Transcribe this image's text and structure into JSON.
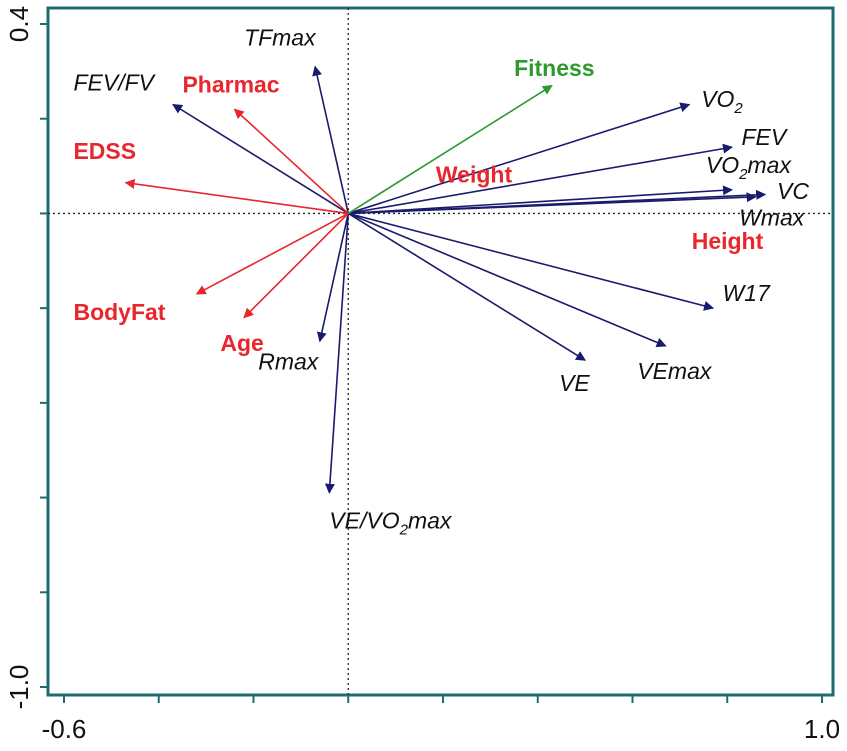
{
  "chart_data": {
    "type": "biplot",
    "xlim": [
      -0.6,
      1.0
    ],
    "ylim": [
      -1.0,
      0.4
    ],
    "x_tick_labels": [
      {
        "value": -0.6,
        "text": "-0.6"
      },
      {
        "value": 1.0,
        "text": "1.0"
      }
    ],
    "y_tick_labels": [
      {
        "value": 0.4,
        "text": "0.4"
      },
      {
        "value": -1.0,
        "text": "-1.0"
      }
    ],
    "x_minor_ticks": [
      -0.6,
      -0.4,
      -0.2,
      0.0,
      0.2,
      0.4,
      0.6,
      0.8,
      1.0
    ],
    "y_minor_ticks": [
      0.4,
      0.2,
      0.0,
      -0.2,
      -0.4,
      -0.6,
      -0.8,
      -1.0
    ],
    "reference_lines": {
      "x": 0,
      "y": 0,
      "style": "dotted"
    },
    "colors": {
      "response": "#1a1a6e",
      "explanatory": "#e8262d",
      "fitness": "#2e9a2e",
      "axes": "#1f6b73"
    },
    "response_arrows": [
      {
        "name": "TFmax",
        "x": -0.07,
        "y": 0.31
      },
      {
        "name": "FEV/FV",
        "x": -0.37,
        "y": 0.23
      },
      {
        "name": "VO2",
        "x": 0.72,
        "y": 0.23
      },
      {
        "name": "FEV",
        "x": 0.81,
        "y": 0.14
      },
      {
        "name": "VO2max",
        "x": 0.81,
        "y": 0.05
      },
      {
        "name": "VC",
        "x": 0.88,
        "y": 0.04
      },
      {
        "name": "Wmax",
        "x": 0.86,
        "y": 0.035
      },
      {
        "name": "W17",
        "x": 0.77,
        "y": -0.2
      },
      {
        "name": "VEmax",
        "x": 0.67,
        "y": -0.28
      },
      {
        "name": "VE",
        "x": 0.5,
        "y": -0.31
      },
      {
        "name": "Rmax",
        "x": -0.06,
        "y": -0.27
      },
      {
        "name": "VE/VO2max",
        "x": -0.04,
        "y": -0.59
      }
    ],
    "explanatory_arrows": [
      {
        "name": "Pharmac",
        "x": -0.24,
        "y": 0.22
      },
      {
        "name": "EDSS",
        "x": -0.47,
        "y": 0.065
      },
      {
        "name": "BodyFat",
        "x": -0.32,
        "y": -0.17
      },
      {
        "name": "Age",
        "x": -0.22,
        "y": -0.22
      },
      {
        "name": "Fitness",
        "x": 0.43,
        "y": 0.27
      }
    ],
    "labels": [
      {
        "text": "TFmax",
        "x": -0.22,
        "y": 0.355,
        "kind": "response"
      },
      {
        "text": "FEV/FV",
        "x": -0.58,
        "y": 0.26,
        "kind": "response"
      },
      {
        "text": "Pharmac",
        "x": -0.35,
        "y": 0.255,
        "kind": "explanatory"
      },
      {
        "text": "Fitness",
        "x": 0.35,
        "y": 0.29,
        "kind": "fitness"
      },
      {
        "text": "VO",
        "sub": "2",
        "x": 0.745,
        "y": 0.225,
        "kind": "response"
      },
      {
        "text": "FEV",
        "x": 0.83,
        "y": 0.145,
        "kind": "response"
      },
      {
        "text": "EDSS",
        "x": -0.58,
        "y": 0.115,
        "kind": "explanatory"
      },
      {
        "text": "VO",
        "sub": "2",
        "tail": "max",
        "x": 0.755,
        "y": 0.085,
        "kind": "response"
      },
      {
        "text": "Weight",
        "x": 0.185,
        "y": 0.065,
        "kind": "explanatory"
      },
      {
        "text": "VC",
        "x": 0.905,
        "y": 0.03,
        "kind": "response"
      },
      {
        "text": "Wmax",
        "x": 0.825,
        "y": -0.025,
        "kind": "response"
      },
      {
        "text": "Height",
        "x": 0.725,
        "y": -0.075,
        "kind": "explanatory"
      },
      {
        "text": "W17",
        "x": 0.79,
        "y": -0.185,
        "kind": "response"
      },
      {
        "text": "BodyFat",
        "x": -0.58,
        "y": -0.225,
        "kind": "explanatory"
      },
      {
        "text": "Age",
        "x": -0.27,
        "y": -0.29,
        "kind": "explanatory"
      },
      {
        "text": "Rmax",
        "x": -0.19,
        "y": -0.33,
        "kind": "response"
      },
      {
        "text": "VEmax",
        "x": 0.61,
        "y": -0.35,
        "kind": "response"
      },
      {
        "text": "VE",
        "x": 0.445,
        "y": -0.375,
        "kind": "response"
      },
      {
        "text": "VE/VO",
        "sub": "2",
        "tail": "max",
        "x": -0.04,
        "y": -0.665,
        "kind": "response"
      }
    ]
  }
}
